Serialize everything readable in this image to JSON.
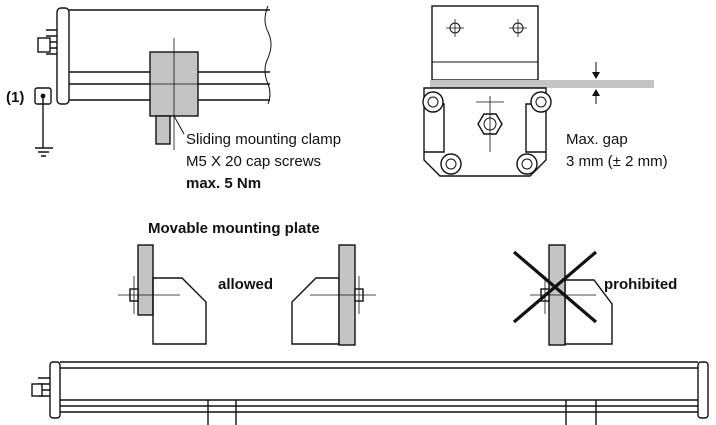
{
  "labels": {
    "marker": "(1)",
    "clamp_line1": "Sliding mounting clamp",
    "clamp_line2": "M5 X 20 cap screws",
    "clamp_line3": "max. 5 Nm",
    "gap_line1": "Max. gap",
    "gap_line2": "3 mm (± 2 mm)",
    "plate_title": "Movable mounting plate",
    "allowed": "allowed",
    "prohibited": "prohibited"
  },
  "colors": {
    "clamp_fill": "#c4c4c4",
    "line": "#111111"
  }
}
